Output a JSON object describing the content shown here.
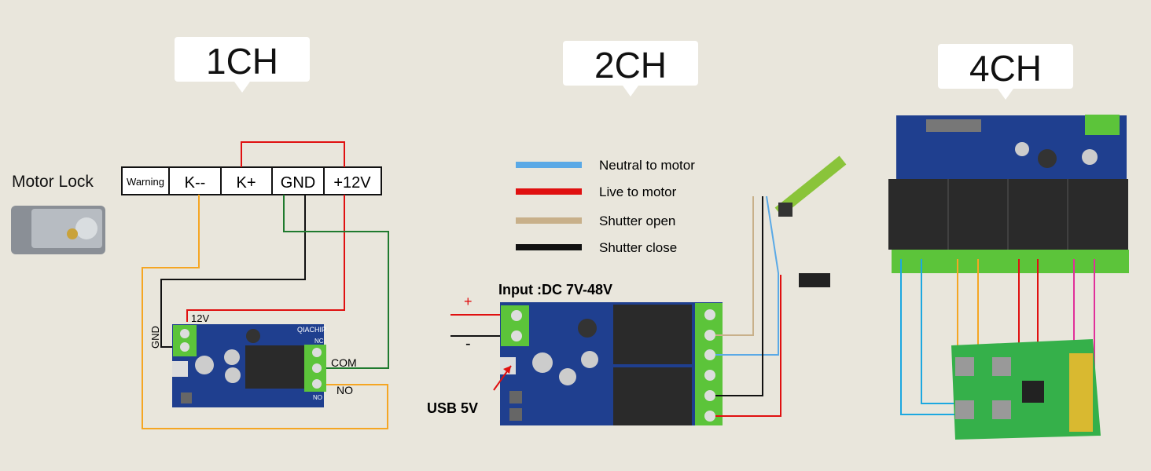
{
  "titles": {
    "ch1": "1CH",
    "ch2": "2CH",
    "ch4": "4CH"
  },
  "motor_lock": {
    "label": "Motor Lock",
    "terminals": [
      "Warning",
      "K--",
      "K+",
      "GND",
      "+12V"
    ]
  },
  "board_1ch": {
    "brand": "QIACHIP",
    "power_plus": "12V",
    "power_minus": "GND",
    "nc": "NC",
    "no_small": "NO",
    "com_label": "COM",
    "no_label": "NO"
  },
  "legend": [
    {
      "label": "Neutral to motor",
      "color": "#5aa9e6"
    },
    {
      "label": "Live to motor",
      "color": "#e01010"
    },
    {
      "label": "Shutter open",
      "color": "#c8b08a"
    },
    {
      "label": "Shutter close",
      "color": "#111111"
    }
  ],
  "board_2ch": {
    "input_label": "Input :DC 7V-48V",
    "plus": "+",
    "minus": "-",
    "usb_label": "USB 5V"
  },
  "colors": {
    "background": "#e9e6dc",
    "board_blue": "#1f3f8f",
    "terminal_green": "#5cc43a",
    "relay_dark": "#2a2a2a",
    "remote_green": "#35b04a",
    "wire_orange": "#f5a623",
    "wire_green": "#1f7a2e",
    "wire_pink": "#e0309a"
  }
}
